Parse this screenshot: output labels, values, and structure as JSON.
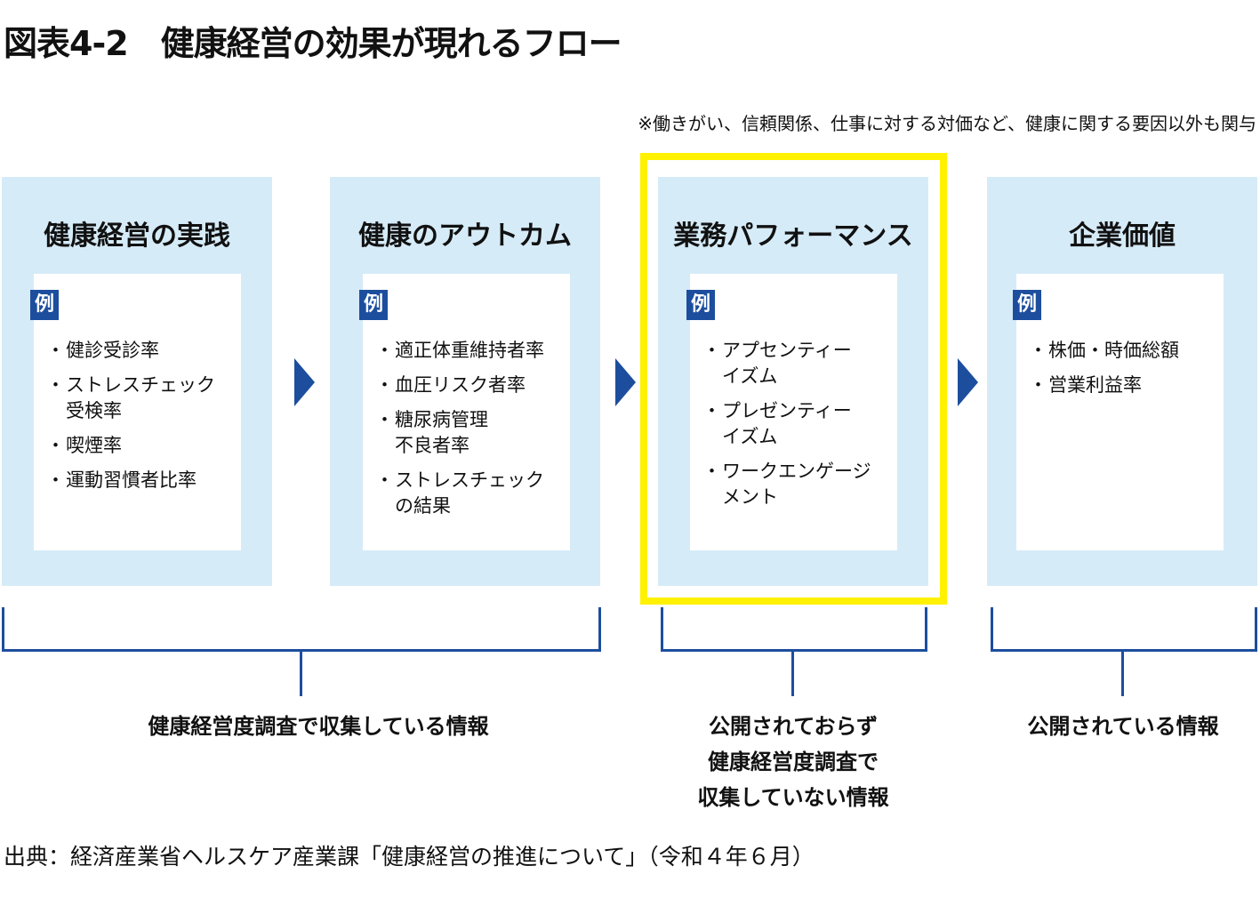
{
  "title": "図表4-2　健康経営の効果が現れるフロー",
  "note": "※働きがい、信頼関係、仕事に対する対価など、健康に関する要因以外も関与",
  "example_label": "例",
  "stages": [
    {
      "title": "健康経営の実践",
      "items": [
        "健診受診率",
        "ストレスチェック\n受検率",
        "喫煙率",
        "運動習慣者比率"
      ]
    },
    {
      "title": "健康のアウトカム",
      "items": [
        "適正体重維持者率",
        "血圧リスク者率",
        "糖尿病管理\n不良者率",
        "ストレスチェック\nの結果"
      ]
    },
    {
      "title": "業務パフォーマンス",
      "highlighted": true,
      "items": [
        "アプセンティー\nイズム",
        "プレゼンティー\nイズム",
        "ワークエンゲージ\nメント"
      ]
    },
    {
      "title": "企業価値",
      "items": [
        "株価・時価総額",
        "営業利益率"
      ]
    }
  ],
  "groups": [
    {
      "label": "健康経営度調査で収集している情報",
      "spans": [
        "健康経営の実践",
        "健康のアウトカム"
      ]
    },
    {
      "label": "公開されておらず\n健康経営度調査で\n収集していない情報",
      "spans": [
        "業務パフォーマンス"
      ]
    },
    {
      "label": "公開されている情報",
      "spans": [
        "企業価値"
      ]
    }
  ],
  "source": "出典：経済産業省ヘルスケア産業課「健康経営の推進について」（令和４年６月）",
  "colors": {
    "accent_blue": "#1d4e9e",
    "panel_light_blue": "#d6ebf8",
    "highlight_yellow": "#fff100"
  }
}
